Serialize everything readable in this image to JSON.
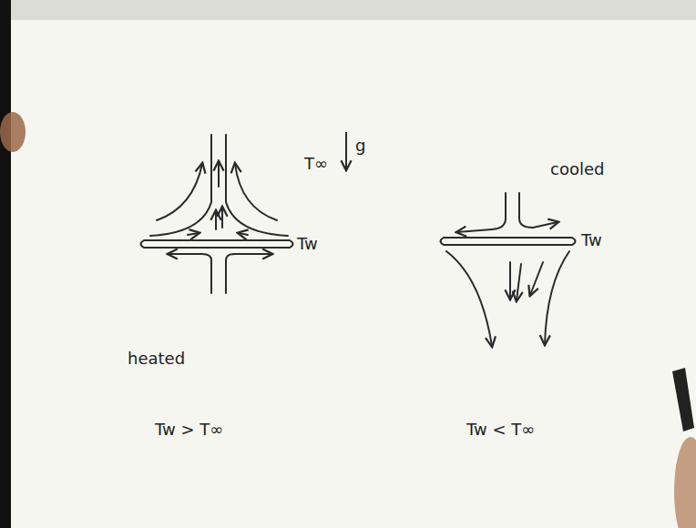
{
  "diagram": {
    "labels": [
      "T∞",
      "g",
      "cooled",
      "Tw",
      "Tw",
      "heated",
      "Tw > T∞",
      "Tw < T∞"
    ]
  }
}
